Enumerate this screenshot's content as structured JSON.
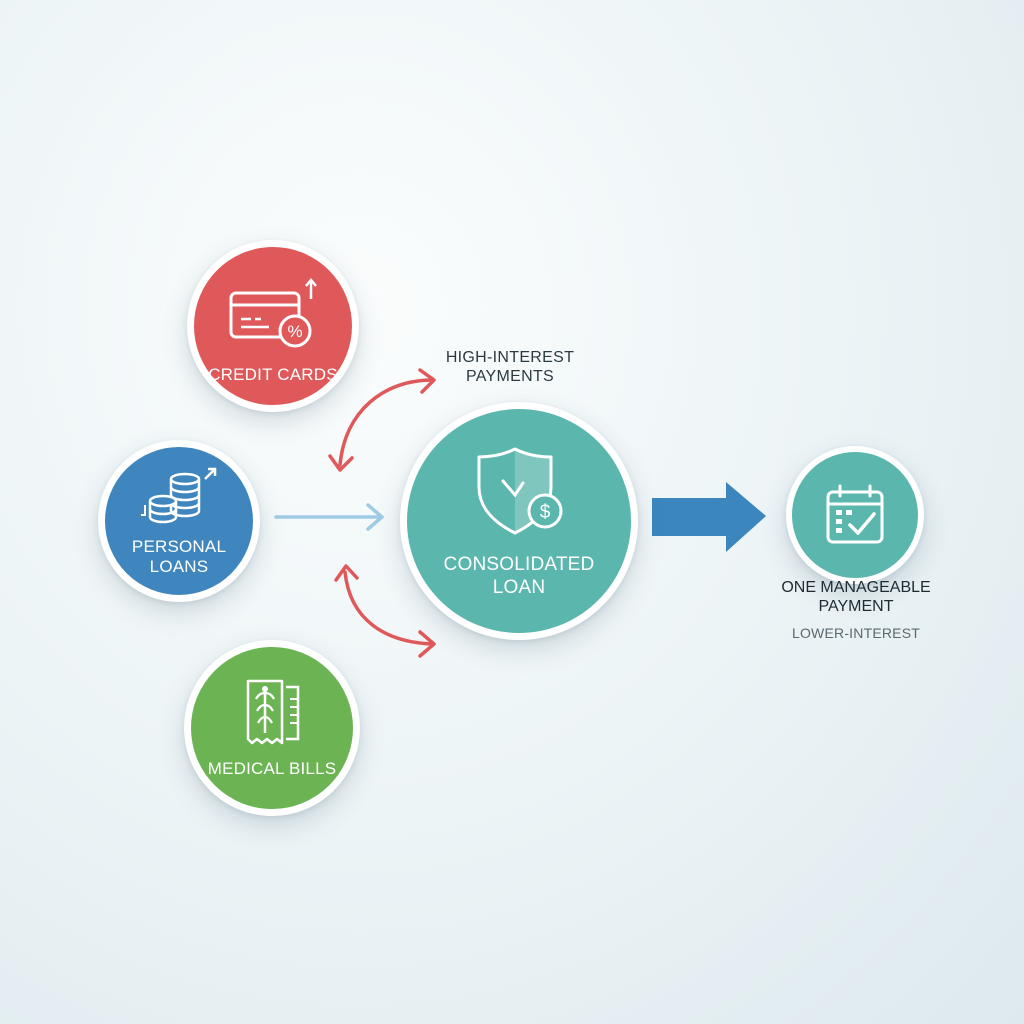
{
  "nodes": {
    "credit_cards": {
      "label": "CREDIT CARDS",
      "color": "#e0595a"
    },
    "personal_loans": {
      "label_line1": "PERSONAL",
      "label_line2": "LOANS",
      "color": "#3f86be"
    },
    "medical_bills": {
      "label": "MEDICAL BILLS",
      "color": "#6cb453"
    },
    "consolidated_loan": {
      "label_line1": "CONSOLIDATED",
      "label_line2": "LOAN",
      "color": "#5bb7ad"
    },
    "payment": {
      "color": "#5bb7ad"
    }
  },
  "captions": {
    "high_interest_line1": "HIGH-INTEREST",
    "high_interest_line2": "PAYMENTS",
    "one_payment_line1": "ONE MANAGEABLE",
    "one_payment_line2": "PAYMENT",
    "lower_interest": "LOWER-INTEREST"
  },
  "icons": {
    "credit": "credit-card-percent-icon",
    "personal": "coin-stack-icon",
    "medical": "medical-receipt-icon",
    "consolidated": "shield-dollar-icon",
    "payment": "calendar-check-icon"
  },
  "accent_colors": {
    "red_arrow": "#e0595a",
    "blue_arrow": "#3a86bd",
    "light_arrow": "#9fcbe6"
  }
}
